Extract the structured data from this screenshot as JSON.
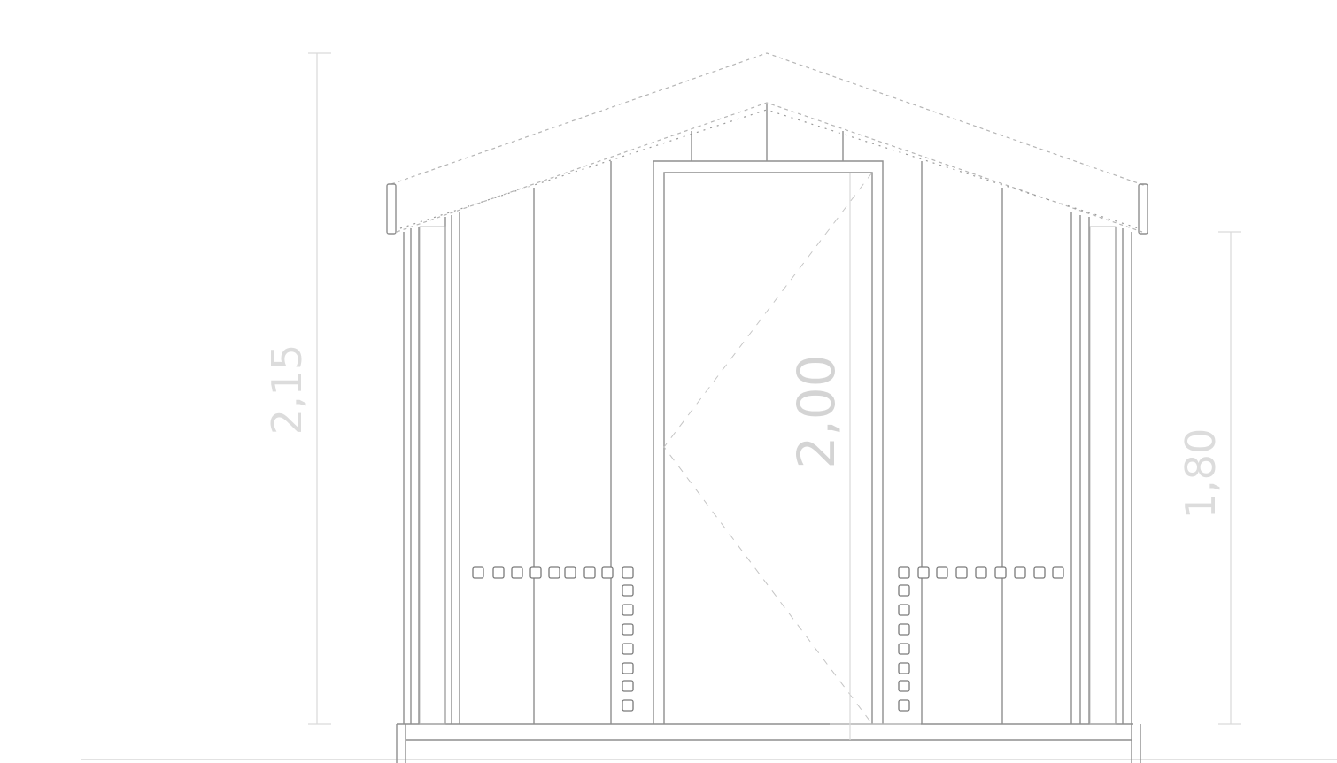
{
  "drawing": {
    "dimensions": {
      "left_height": "2,15",
      "door_height": "2,00",
      "right_height": "1,80"
    },
    "colors": {
      "line": "#8f8f8f",
      "light_line": "#c4c4c4",
      "dimension": "#d9d9d9",
      "background": "#ffffff"
    }
  }
}
